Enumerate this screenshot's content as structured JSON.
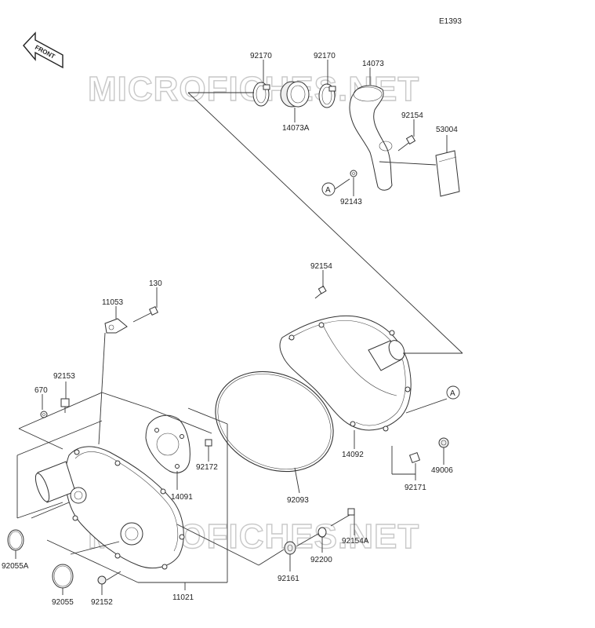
{
  "diagram_code": "E1393",
  "front_label": "FRONT",
  "watermark": "MICROFICHES.NET",
  "reference_marker": "A",
  "parts": {
    "p92170_left": "92170",
    "p92170_right": "92170",
    "p14073": "14073",
    "p14073A": "14073A",
    "p92154_top": "92154",
    "p53004": "53004",
    "p92143": "92143",
    "p92154_mid": "92154",
    "p130": "130",
    "p11053": "11053",
    "p92153": "92153",
    "p670": "670",
    "p92172": "92172",
    "p14091": "14091",
    "p14092": "14092",
    "p49006": "49006",
    "p92171": "92171",
    "p92093": "92093",
    "p92154A": "92154A",
    "p92200": "92200",
    "p92161": "92161",
    "p92055A": "92055A",
    "p92055": "92055",
    "p92152": "92152",
    "p11021": "11021"
  }
}
